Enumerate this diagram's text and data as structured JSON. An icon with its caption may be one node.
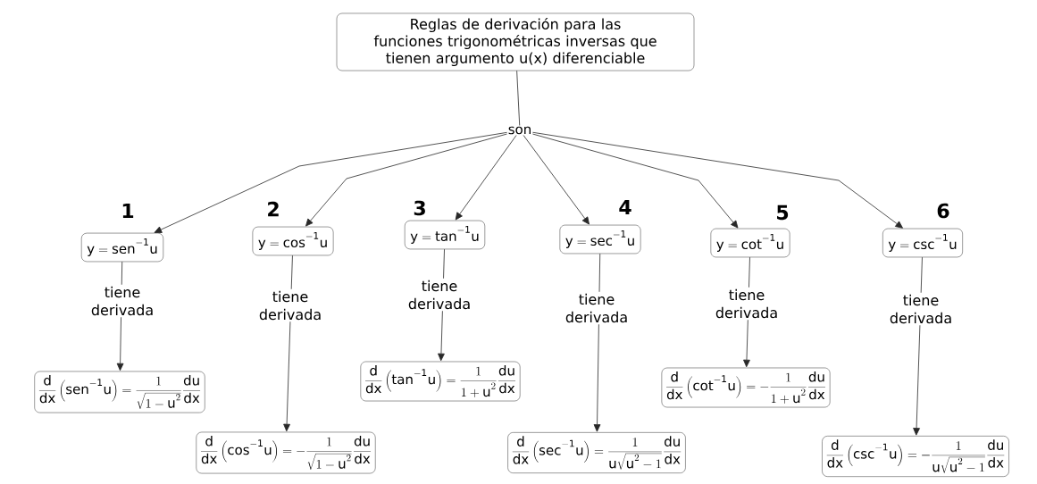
{
  "diagram": {
    "nodes": [
      {
        "text": [
          "Reglas de derivación para las funciones trigonométricas inversas que tienen argumento u(x) diferenciable"
        ]
      },
      {
        "text": [
          "son"
        ]
      },
      {
        "text": [
          "\\mathrm{y=sen^{-1}u}"
        ],
        "beside": [
          "1"
        ]
      },
      {
        "text": [
          "\\mathrm{y=cos^{-1}u}"
        ],
        "beside": [
          "2"
        ]
      },
      {
        "text": [
          "\\mathrm{y=tan^{-1}u}"
        ],
        "beside": [
          "3"
        ]
      },
      {
        "text": [
          "\\mathrm{y=sec^{-1}u}"
        ],
        "beside": [
          "4"
        ]
      },
      {
        "text": [
          "\\mathrm{y=cot^{-1}u}"
        ],
        "beside": [
          "5"
        ]
      },
      {
        "text": [
          "\\mathrm{y=csc^{-1}u}"
        ],
        "beside": [
          "6"
        ]
      },
      {
        "text": [
          "\\frac{\\mathrm{d}}{\\mathrm{dx}}\\left(\\mathrm{sen^{-1}u}\\right)=\\frac{1}{\\sqrt{1-\\mathrm{u}^{2}}}\\frac{\\mathrm{du}}{\\mathrm{dx}}"
        ]
      },
      {
        "text": [
          "\\frac{\\mathrm{d}}{\\mathrm{dx}}\\left(\\mathrm{cos^{-1}u}\\right)=-\\frac{1}{\\sqrt{1-\\mathrm{u}^{2}}}\\frac{\\mathrm{du}}{\\mathrm{dx}}"
        ]
      },
      {
        "text": [
          "\\frac{\\mathrm{d}}{\\mathrm{dx}}\\left(\\mathrm{tan^{-1}u}\\right)=\\frac{1}{1+\\mathrm{u}^{2}}\\frac{\\mathrm{du}}{\\mathrm{dx}}"
        ]
      },
      {
        "text": [
          "\\frac{\\mathrm{d}}{\\mathrm{dx}}\\left(\\mathrm{sec^{-1}u}\\right)=\\frac{1}{\\mathrm{u}\\sqrt{\\mathrm{u}^{2}-1}}\\frac{\\mathrm{du}}{\\mathrm{dx}}"
        ]
      },
      {
        "text": [
          "\\frac{\\mathrm{d}}{\\mathrm{dx}}\\left(\\mathrm{cot^{-1}u}\\right)=-\\frac{1}{1+\\mathrm{u}^{2}}\\frac{\\mathrm{du}}{\\mathrm{dx}}"
        ]
      },
      {
        "text": [
          "\\frac{\\mathrm{d}}{\\mathrm{dx}}\\left(\\mathrm{csc^{-1}u}\\right)=-\\frac{1}{\\mathrm{u}\\sqrt{\\mathrm{u}^{2}-1}}\\frac{\\mathrm{du}}{\\mathrm{dx}}"
        ]
      }
    ],
    "edges": [
      {
        "from": 0,
        "to": 1,
        "arrow": "none"
      },
      {
        "from": 1,
        "to": 2,
        "arrow": "to"
      },
      {
        "from": 1,
        "to": 3,
        "arrow": "to"
      },
      {
        "from": 1,
        "to": 4,
        "arrow": "to"
      },
      {
        "from": 1,
        "to": 5,
        "arrow": "to"
      },
      {
        "from": 1,
        "to": 6,
        "arrow": "to"
      },
      {
        "from": 1,
        "to": 7,
        "arrow": "to"
      },
      {
        "from": 2,
        "to": 8,
        "label": "tiene derivada",
        "arrow": "to"
      },
      {
        "from": 3,
        "to": 9,
        "label": "tiene derivada",
        "arrow": "to"
      },
      {
        "from": 4,
        "to": 10,
        "label": "tiene derivada",
        "arrow": "to"
      },
      {
        "from": 5,
        "to": 11,
        "label": "tiene derivada",
        "arrow": "to"
      },
      {
        "from": 6,
        "to": 12,
        "label": "tiene derivada",
        "arrow": "to"
      },
      {
        "from": 7,
        "to": 13,
        "label": "tiene derivada",
        "arrow": "to"
      }
    ]
  }
}
